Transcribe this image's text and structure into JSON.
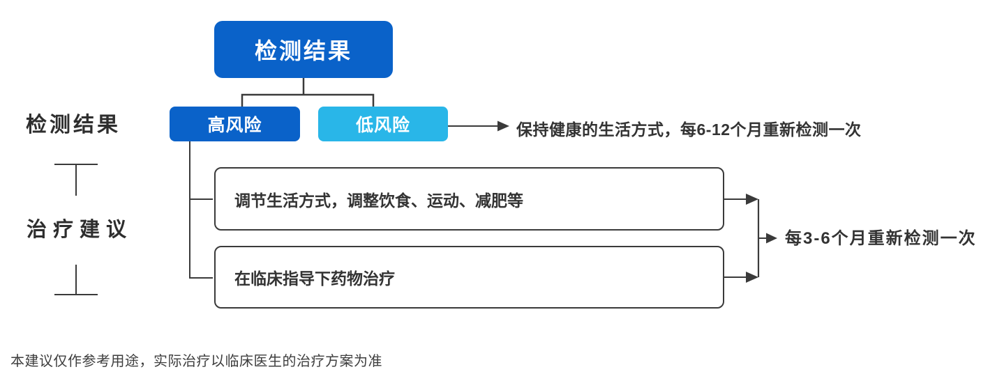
{
  "nodes": {
    "root": {
      "label": "检测结果"
    },
    "high_risk": {
      "label": "高风险"
    },
    "low_risk": {
      "label": "低风险"
    },
    "treatments": [
      {
        "label": "调节生活方式，调整饮食、运动、减肥等"
      },
      {
        "label": "在临床指导下药物治疗"
      }
    ]
  },
  "row_labels": {
    "results": "检测结果",
    "treatment": "治疗建议"
  },
  "advice": {
    "low_risk": "保持健康的生活方式，每6-12个月重新检测一次",
    "high_risk": "每3-6个月重新检测一次"
  },
  "disclaimer": "本建议仅作参考用途，实际治疗以临床医生的治疗方案为准",
  "colors": {
    "primary_blue": "#0A62C9",
    "light_blue": "#29B6E8",
    "connector_gray": "#3A3A3A",
    "text_dark": "#333333",
    "node_text": "#FFFFFF"
  }
}
